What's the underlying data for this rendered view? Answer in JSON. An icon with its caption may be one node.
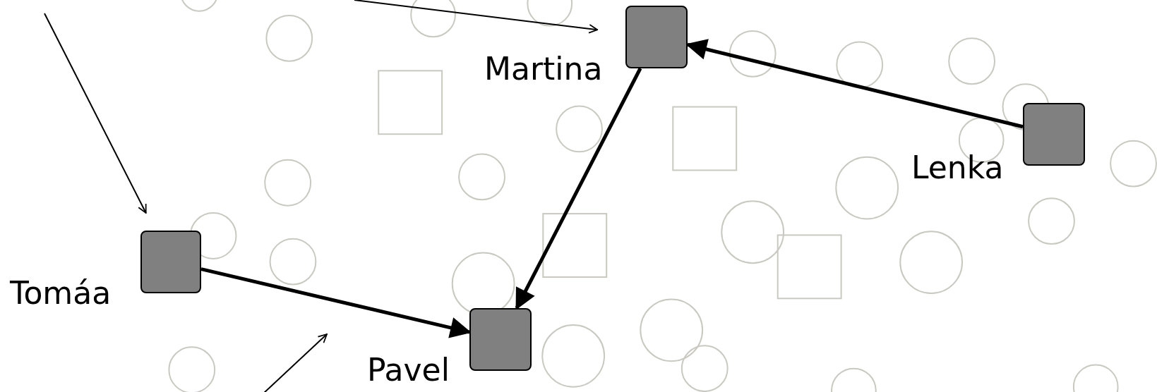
{
  "diagram": {
    "nodes": [
      {
        "text": [
          "Martina"
        ]
      },
      {
        "text": [
          "Lenka"
        ]
      },
      {
        "text": [
          "Tomáa"
        ]
      },
      {
        "text": [
          "Pavel"
        ]
      }
    ],
    "edges": [
      {
        "from": 1,
        "to": 0,
        "arrow": "to"
      },
      {
        "from": 0,
        "to": 3,
        "arrow": "to"
      },
      {
        "from": 2,
        "to": 3,
        "arrow": "to"
      },
      {
        "from": null,
        "to": 0,
        "arrow": "to"
      },
      {
        "from": null,
        "to": 2,
        "arrow": "to"
      }
    ]
  }
}
